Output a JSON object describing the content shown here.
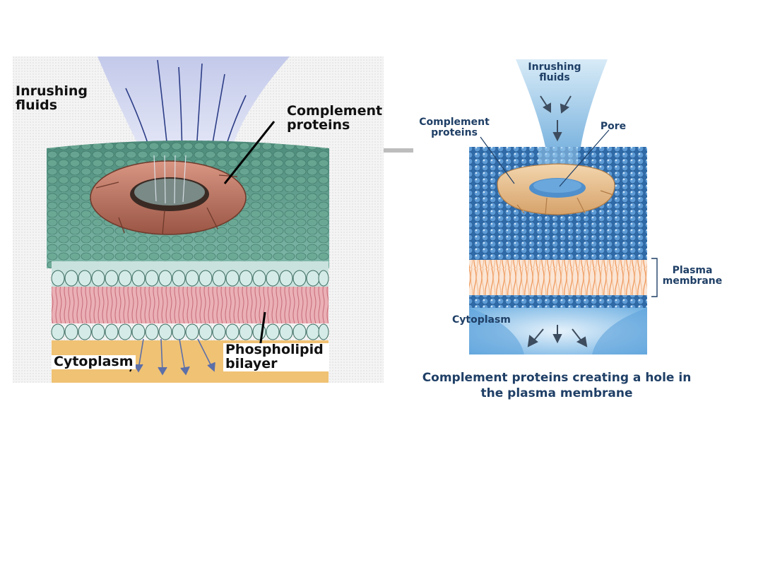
{
  "left_figure": {
    "labels": {
      "inrushing_fluids": "Inrushing fluids",
      "complement_proteins": "Complement proteins",
      "cytoplasm": "Cytoplasm",
      "phospholipid_bilayer": "Phospholipid bilayer"
    },
    "colors": {
      "membrane_surface": "#5e9c88",
      "lipid_heads": "#c9e2de",
      "tails_band": "#e8a6ad",
      "protein_ring": "#b8705c",
      "cytoplasm": "#f0c274",
      "fluid_funnel": "#bfc6e8"
    }
  },
  "right_figure": {
    "labels": {
      "inrushing_fluids": "Inrushing fluids",
      "complement_proteins": "Complement proteins",
      "pore": "Pore",
      "plasma_membrane": "Plasma membrane",
      "cytoplasm": "Cytoplasm"
    },
    "caption": "Complement proteins creating a hole in the plasma membrane",
    "colors": {
      "lipid_heads": "#3f7fc0",
      "tails": "#f2a066",
      "protein_ring": "#e8c08a",
      "fluid": "#8fc3e8",
      "cytoplasm": "#8ec3ea"
    }
  }
}
